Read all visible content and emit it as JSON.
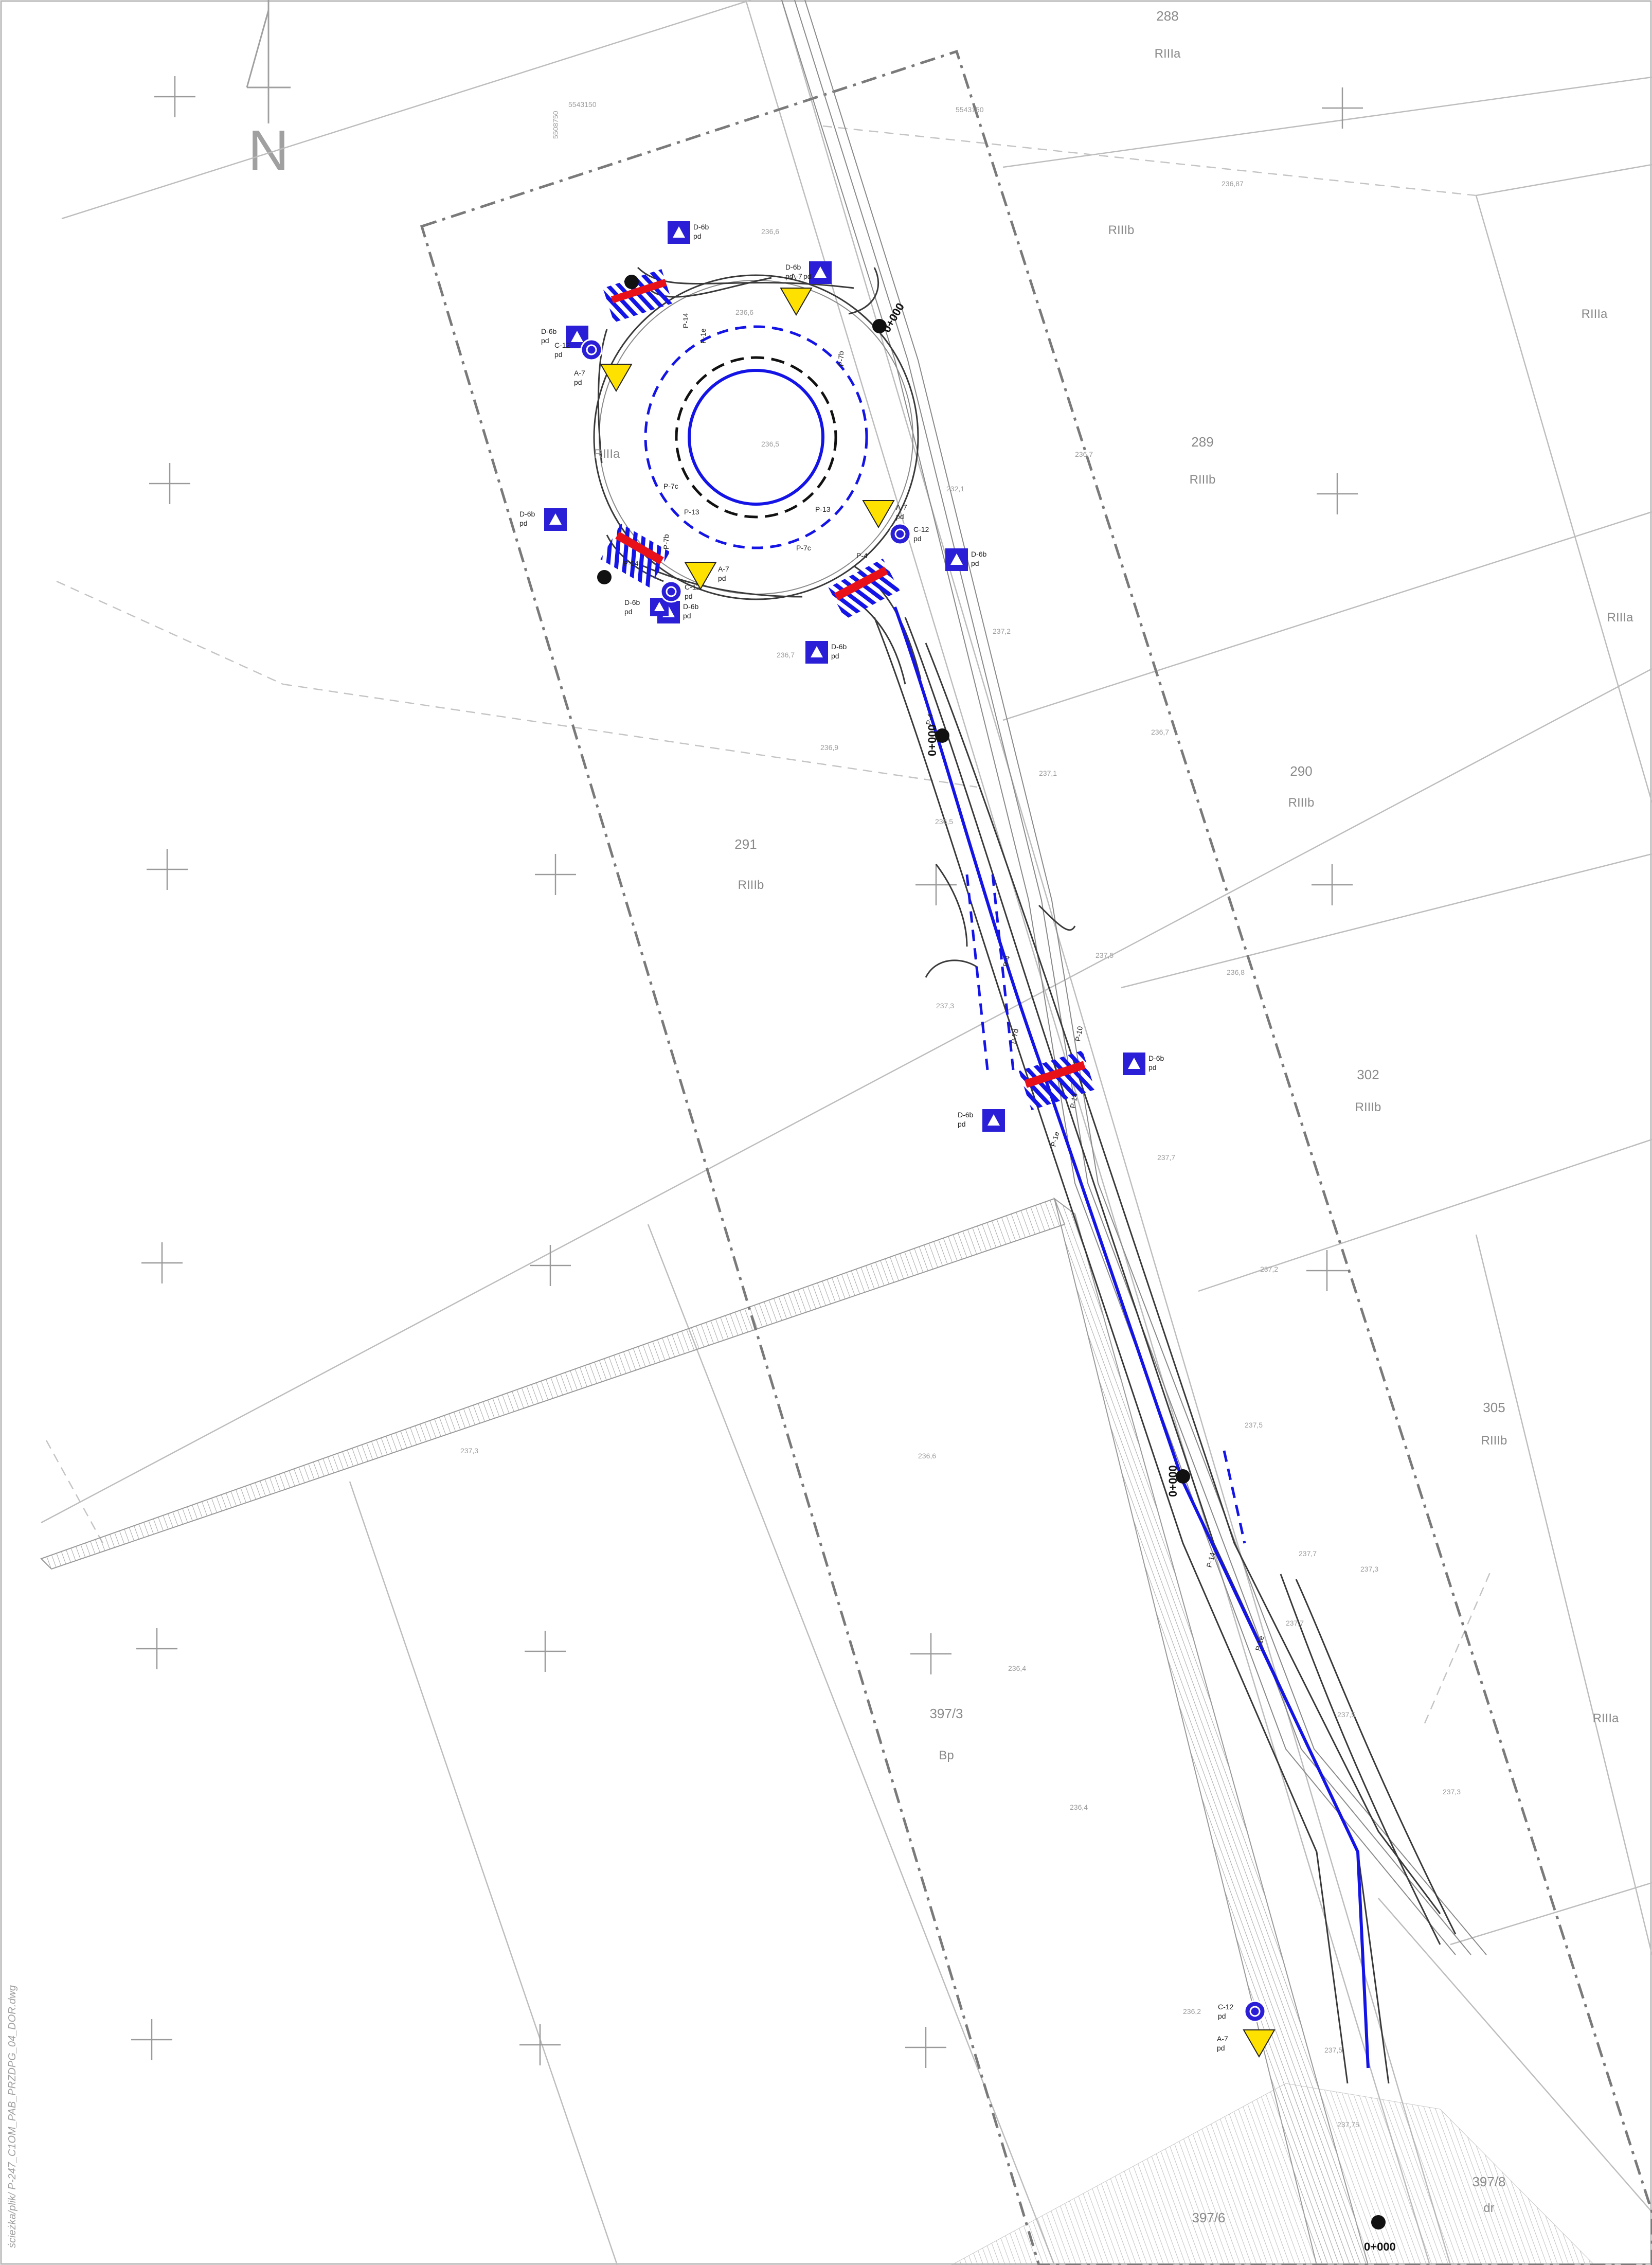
{
  "drawing": {
    "north_label": "N",
    "side_path": "ścieżka/plik/ P-247_C1OM_PAB_PRZDPG_04_DOR.dwg",
    "colors": {
      "background": "#ffffff",
      "parcel_line": "#bdbdbd",
      "road_edge": "#3a3a3a",
      "marking_blue": "#1414e6",
      "crossing_red": "#e8111a",
      "sign_blue": "#2a1fd6",
      "sign_yellow": "#ffe100",
      "text_grey": "#8a8a8a"
    }
  },
  "parcels": [
    {
      "id": "p288",
      "number": "288",
      "class": "RIIIa"
    },
    {
      "id": "p289",
      "number": "289",
      "class": "RIIIb"
    },
    {
      "id": "p290",
      "number": "290",
      "class": "RIIIb"
    },
    {
      "id": "p291",
      "number": "291",
      "class": "RIIIb"
    },
    {
      "id": "p302",
      "number": "302",
      "class": "RIIIb"
    },
    {
      "id": "p305",
      "number": "305",
      "class": "RIIIb"
    },
    {
      "id": "p3973",
      "number": "397/3",
      "class": "Bp"
    },
    {
      "id": "p3978",
      "number": "397/8",
      "class": "dr"
    },
    {
      "id": "p3976",
      "number": "397/6",
      "class": ""
    }
  ],
  "land_classes": [
    {
      "id": "c1",
      "text": "RIIIb"
    },
    {
      "id": "c2",
      "text": "RIIIa"
    },
    {
      "id": "c3",
      "text": "RIIIa"
    },
    {
      "id": "c4",
      "text": "RIIIa"
    },
    {
      "id": "c5",
      "text": "RIIIa"
    }
  ],
  "elevations": [
    {
      "id": "e1",
      "text": "236,6"
    },
    {
      "id": "e2",
      "text": "236,6"
    },
    {
      "id": "e3",
      "text": "236,5"
    },
    {
      "id": "e4",
      "text": "236,87"
    },
    {
      "id": "e5",
      "text": "236,7"
    },
    {
      "id": "e6",
      "text": "237,2"
    },
    {
      "id": "e7",
      "text": "236,7"
    },
    {
      "id": "e8",
      "text": "236,9"
    },
    {
      "id": "e9",
      "text": "237,1"
    },
    {
      "id": "e10",
      "text": "236,7"
    },
    {
      "id": "e11",
      "text": "237,3"
    },
    {
      "id": "e12",
      "text": "237,5"
    },
    {
      "id": "e13",
      "text": "236,8"
    },
    {
      "id": "e14",
      "text": "237,7"
    },
    {
      "id": "e15",
      "text": "237,2"
    },
    {
      "id": "e16",
      "text": "236,6"
    },
    {
      "id": "e17",
      "text": "237,5"
    },
    {
      "id": "e18",
      "text": "237,7"
    },
    {
      "id": "e19",
      "text": "237,3"
    },
    {
      "id": "e20",
      "text": "236,4"
    },
    {
      "id": "e21",
      "text": "237,5"
    },
    {
      "id": "e22",
      "text": "236,4"
    },
    {
      "id": "e23",
      "text": "237,3"
    },
    {
      "id": "e24",
      "text": "236,2"
    },
    {
      "id": "e25",
      "text": "237,5"
    },
    {
      "id": "e26",
      "text": "237,3"
    },
    {
      "id": "e27",
      "text": "232,1"
    },
    {
      "id": "e28",
      "text": "237,75"
    },
    {
      "id": "e29",
      "text": "236,5"
    },
    {
      "id": "e30",
      "text": "237,7"
    }
  ],
  "coordinates": [
    {
      "id": "k1",
      "text": "5543150"
    },
    {
      "id": "k2",
      "text": "5508750"
    },
    {
      "id": "k3",
      "text": "5543150"
    }
  ],
  "chainages": [
    {
      "id": "ch1",
      "text": "0+000"
    },
    {
      "id": "ch2",
      "text": "0+000"
    },
    {
      "id": "ch3",
      "text": "0+000"
    },
    {
      "id": "ch4",
      "text": "0+000"
    }
  ],
  "signs": [
    {
      "id": "s1",
      "kind": "blue",
      "code": "D-6b",
      "note": "pd"
    },
    {
      "id": "s2",
      "kind": "blue",
      "code": "D-6b",
      "note": "pd"
    },
    {
      "id": "s3",
      "kind": "blue",
      "code": "D-6b",
      "note": "pd"
    },
    {
      "id": "s4",
      "kind": "blue",
      "code": "D-6b",
      "note": "pd"
    },
    {
      "id": "s5",
      "kind": "blue",
      "code": "D-6b",
      "note": "pd"
    },
    {
      "id": "s6",
      "kind": "blue",
      "code": "D-6b",
      "note": "pd"
    },
    {
      "id": "s7",
      "kind": "blue",
      "code": "D-6b",
      "note": "pd"
    },
    {
      "id": "s8",
      "kind": "blue",
      "code": "D-6b",
      "note": "pd"
    },
    {
      "id": "s9",
      "kind": "blue",
      "code": "D-6b",
      "note": "pd"
    },
    {
      "id": "s10",
      "kind": "blue",
      "code": "D-6b",
      "note": "pd"
    },
    {
      "id": "r1",
      "kind": "round",
      "code": "C-12",
      "note": "pd"
    },
    {
      "id": "r2",
      "kind": "round",
      "code": "C-12",
      "note": "pd"
    },
    {
      "id": "r3",
      "kind": "round",
      "code": "C-12",
      "note": "pd"
    },
    {
      "id": "r4",
      "kind": "round",
      "code": "C-12",
      "note": "pd"
    },
    {
      "id": "y1",
      "kind": "yellow",
      "code": "A-7",
      "note": "pd"
    },
    {
      "id": "y2",
      "kind": "yellow",
      "code": "A-7",
      "note": "pd"
    },
    {
      "id": "y3",
      "kind": "yellow",
      "code": "A-7",
      "note": "pd"
    },
    {
      "id": "y4",
      "kind": "yellow",
      "code": "A-7",
      "note": "pd"
    },
    {
      "id": "y5",
      "kind": "yellow",
      "code": "A-7",
      "note": "pd"
    }
  ],
  "markings": [
    {
      "id": "m1",
      "text": "P-13"
    },
    {
      "id": "m2",
      "text": "P-7c"
    },
    {
      "id": "m3",
      "text": "P-13"
    },
    {
      "id": "m4",
      "text": "P-7c"
    },
    {
      "id": "m5",
      "text": "P-4"
    },
    {
      "id": "m6",
      "text": "P-14"
    },
    {
      "id": "m7",
      "text": "P-1e"
    },
    {
      "id": "m8",
      "text": "P-14"
    },
    {
      "id": "m9",
      "text": "P-7b"
    },
    {
      "id": "m10",
      "text": "P-7b"
    },
    {
      "id": "m11",
      "text": "P-7d"
    },
    {
      "id": "m12",
      "text": "P-14"
    },
    {
      "id": "m13",
      "text": "P-10"
    },
    {
      "id": "m14",
      "text": "P-4"
    },
    {
      "id": "m15",
      "text": "P-1e"
    },
    {
      "id": "m16",
      "text": "P-14"
    },
    {
      "id": "m17",
      "text": "P-1e"
    },
    {
      "id": "m18",
      "text": "P-4"
    }
  ]
}
